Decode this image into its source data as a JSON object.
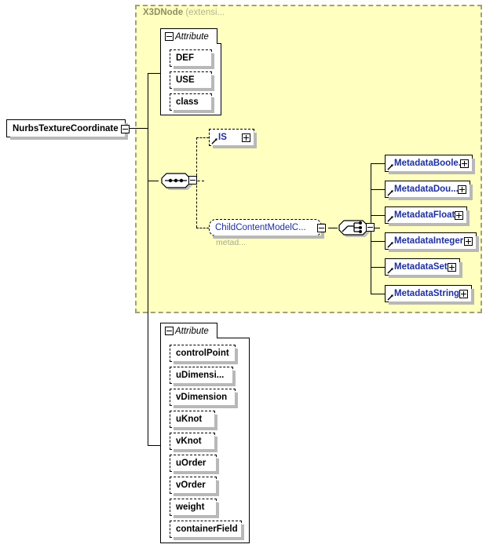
{
  "diagram": {
    "type": "xml-schema-diagram",
    "root": {
      "label": "NurbsTextureCoordinate",
      "toggle": "minus"
    },
    "extension_region": {
      "title_strong": "X3DNode",
      "title_light": "(extensi...",
      "accent_color": "#ffffc0",
      "border_color": "#a0a080"
    },
    "inherited_attribute_group": {
      "header": "Attribute",
      "toggle": "minus",
      "items": [
        {
          "label": "DEF"
        },
        {
          "label": "USE"
        },
        {
          "label": "class"
        }
      ]
    },
    "sequence_compositor": {
      "kind": "sequence",
      "toggle": "minus"
    },
    "is_element": {
      "label": "IS",
      "toggle": "plus"
    },
    "child_content_model": {
      "label": "ChildContentModelC...",
      "toggle": "minus",
      "caption": "metad..."
    },
    "choice_compositor": {
      "kind": "choice",
      "toggle": "minus"
    },
    "metadata_children": [
      {
        "label": "MetadataBoole...",
        "toggle": "plus"
      },
      {
        "label": "MetadataDou...",
        "toggle": "plus"
      },
      {
        "label": "MetadataFloat",
        "toggle": "plus"
      },
      {
        "label": "MetadataInteger",
        "toggle": "plus"
      },
      {
        "label": "MetadataSet",
        "toggle": "plus"
      },
      {
        "label": "MetadataString",
        "toggle": "plus"
      }
    ],
    "own_attribute_group": {
      "header": "Attribute",
      "toggle": "minus",
      "items": [
        {
          "label": "controlPoint"
        },
        {
          "label": "uDimensi..."
        },
        {
          "label": "vDimension"
        },
        {
          "label": "uKnot"
        },
        {
          "label": "vKnot"
        },
        {
          "label": "uOrder"
        },
        {
          "label": "vOrder"
        },
        {
          "label": "weight"
        },
        {
          "label": "containerField"
        }
      ]
    }
  }
}
